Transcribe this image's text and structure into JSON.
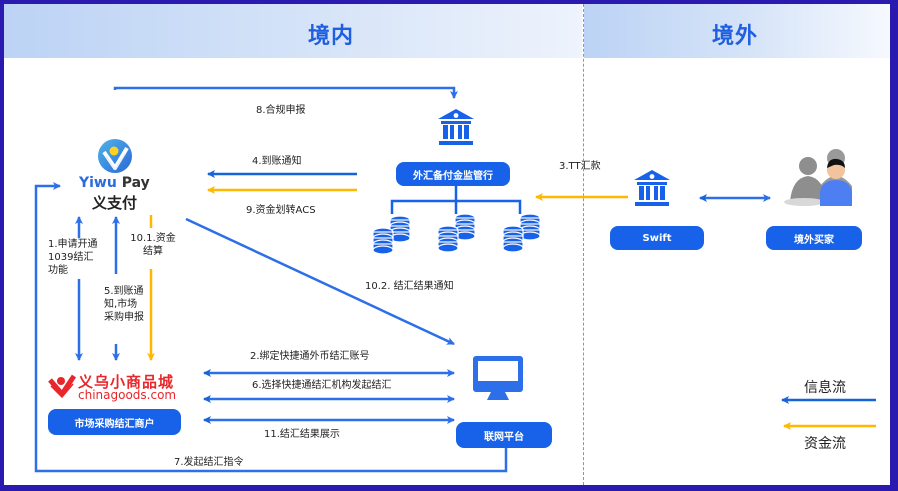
{
  "regions": {
    "domestic": "境内",
    "overseas": "境外"
  },
  "nodes": {
    "yiwupay": {
      "brand_en_1": "Yiwu",
      "brand_en_2": "Pay",
      "brand_cn": "义支付"
    },
    "regulator_bank": {
      "label": "外汇备付金监管行"
    },
    "swift": {
      "label": "Swift"
    },
    "buyer": {
      "label": "境外买家"
    },
    "merchant": {
      "brand_cn": "义乌小商品城",
      "brand_en": "chinagoods.com",
      "label": "市场采购结汇商户"
    },
    "platform": {
      "label": "联网平台"
    }
  },
  "flows": {
    "f1": "1.申请开通1039结汇功能",
    "f2": "2.绑定快捷通外币结汇账号",
    "f3": "3.TT汇款",
    "f4": "4.到账通知",
    "f5": "5.到账通知,市场采购申报",
    "f6": "6.选择快捷通结汇机构发起结汇",
    "f7": "7.发起结汇指令",
    "f8": "8.合规申报",
    "f9": "9.资金划转ACS",
    "f10_1": "10.1.资金结算",
    "f10_2": "10.2. 结汇结果通知",
    "f11": "11.结汇结果展示"
  },
  "legend": {
    "info_flow": "信息流",
    "fund_flow": "资金流"
  },
  "colors": {
    "info_flow": "#1565d8",
    "fund_flow": "#ffb800",
    "accent": "#1762e8",
    "border": "#2a1ab0"
  }
}
